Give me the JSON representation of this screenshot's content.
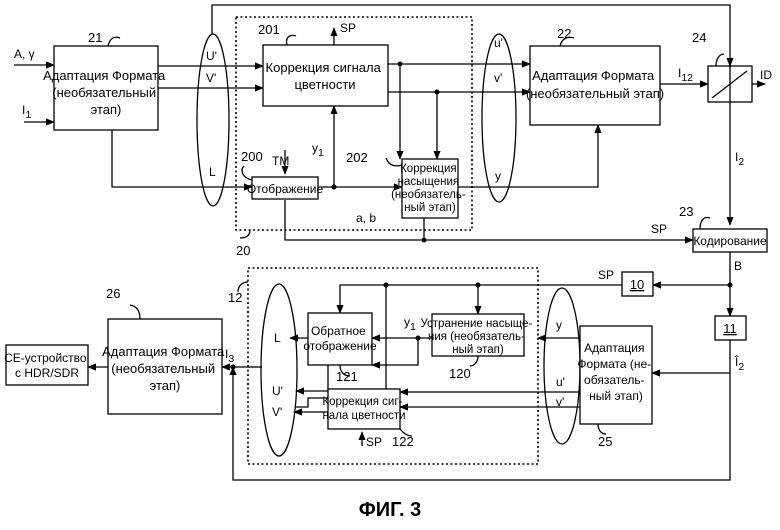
{
  "figure_caption": "ФИГ. 3",
  "inputs": {
    "a_gamma": "A, γ",
    "i1_main": "I",
    "i1_sub": "1",
    "id": "ID"
  },
  "blocks": {
    "b21": {
      "num": "21",
      "lines": [
        "Адаптация Формата",
        "(необязательный",
        "этап)"
      ]
    },
    "b201": {
      "num": "201",
      "lines": [
        "Коррекция сигнала",
        "цветности"
      ]
    },
    "b22": {
      "num": "22",
      "lines": [
        "Адаптация Формата",
        "(необязательный этап)"
      ]
    },
    "b24": {
      "num": "24"
    },
    "b200": {
      "num": "200",
      "lines": [
        "Отображение"
      ]
    },
    "b202": {
      "num": "202",
      "lines": [
        "Коррекция",
        "насыщения",
        "(необязатель-",
        "ный этап)"
      ]
    },
    "b23": {
      "num": "23",
      "lines": [
        "Кодирование"
      ]
    },
    "b10": {
      "num": "10"
    },
    "b11": {
      "num": "11"
    },
    "b26": {
      "num": "26",
      "lines": [
        "Адаптация Формата",
        "(необязательный",
        "этап)"
      ]
    },
    "ce": {
      "lines": [
        "CE-устройство",
        "с HDR/SDR"
      ]
    },
    "b121": {
      "num": "121",
      "lines": [
        "Обратное",
        "отображение"
      ]
    },
    "b120": {
      "num": "120",
      "lines": [
        "Устранение насыще-",
        "ния (необязатель-",
        "ный этап)"
      ]
    },
    "b122": {
      "num": "122",
      "lines": [
        "Коррекция сиг-",
        "нала цветности"
      ]
    },
    "b25": {
      "num": "25",
      "lines": [
        "Адаптация",
        "Формата (не-",
        "обязатель-",
        "ный этап)"
      ]
    }
  },
  "groups": {
    "g20": "20",
    "g12": "12"
  },
  "signals": {
    "sp": "SP",
    "tm": "TM",
    "u_prime": "U'",
    "v_prime": "V'",
    "l": "L",
    "u_small": "u'",
    "v_small": "v'",
    "y": "y",
    "y1_main": "y",
    "y1_sub": "1",
    "ab": "a, b",
    "i12_main": "I",
    "i12_sub": "12",
    "i2_main": "I",
    "i2_sub": "2",
    "b": "B",
    "i2hat_main": "Î",
    "i2hat_sub": "2",
    "i3_main": "I",
    "i3_sub": "3"
  }
}
